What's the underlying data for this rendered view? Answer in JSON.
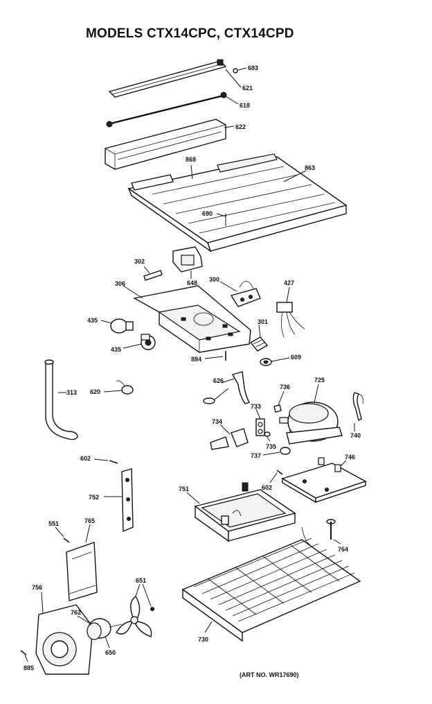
{
  "title": "MODELS CTX14CPC, CTX14CPD",
  "art_number": "(ART NO. WR17690)",
  "labels": {
    "p683": "683",
    "p621": "621",
    "p618": "618",
    "p622": "622",
    "p868": "868",
    "p863": "863",
    "p690": "690",
    "p302": "302",
    "p648": "648",
    "p306": "306",
    "p300": "300",
    "p427": "427",
    "p435a": "435",
    "p301": "301",
    "p435b": "435",
    "p884": "884",
    "p609": "609",
    "p313": "313",
    "p620": "620",
    "p626": "626",
    "p736": "736",
    "p725": "725",
    "p733": "733",
    "p734": "734",
    "p740": "740",
    "p735": "735",
    "p737": "737",
    "p602a": "602",
    "p746": "746",
    "p752": "752",
    "p751": "751",
    "p602b": "602",
    "p551": "551",
    "p765": "765",
    "p764": "764",
    "p651": "651",
    "p756": "756",
    "p762": "762",
    "p650": "650",
    "p730": "730",
    "p885": "885"
  }
}
